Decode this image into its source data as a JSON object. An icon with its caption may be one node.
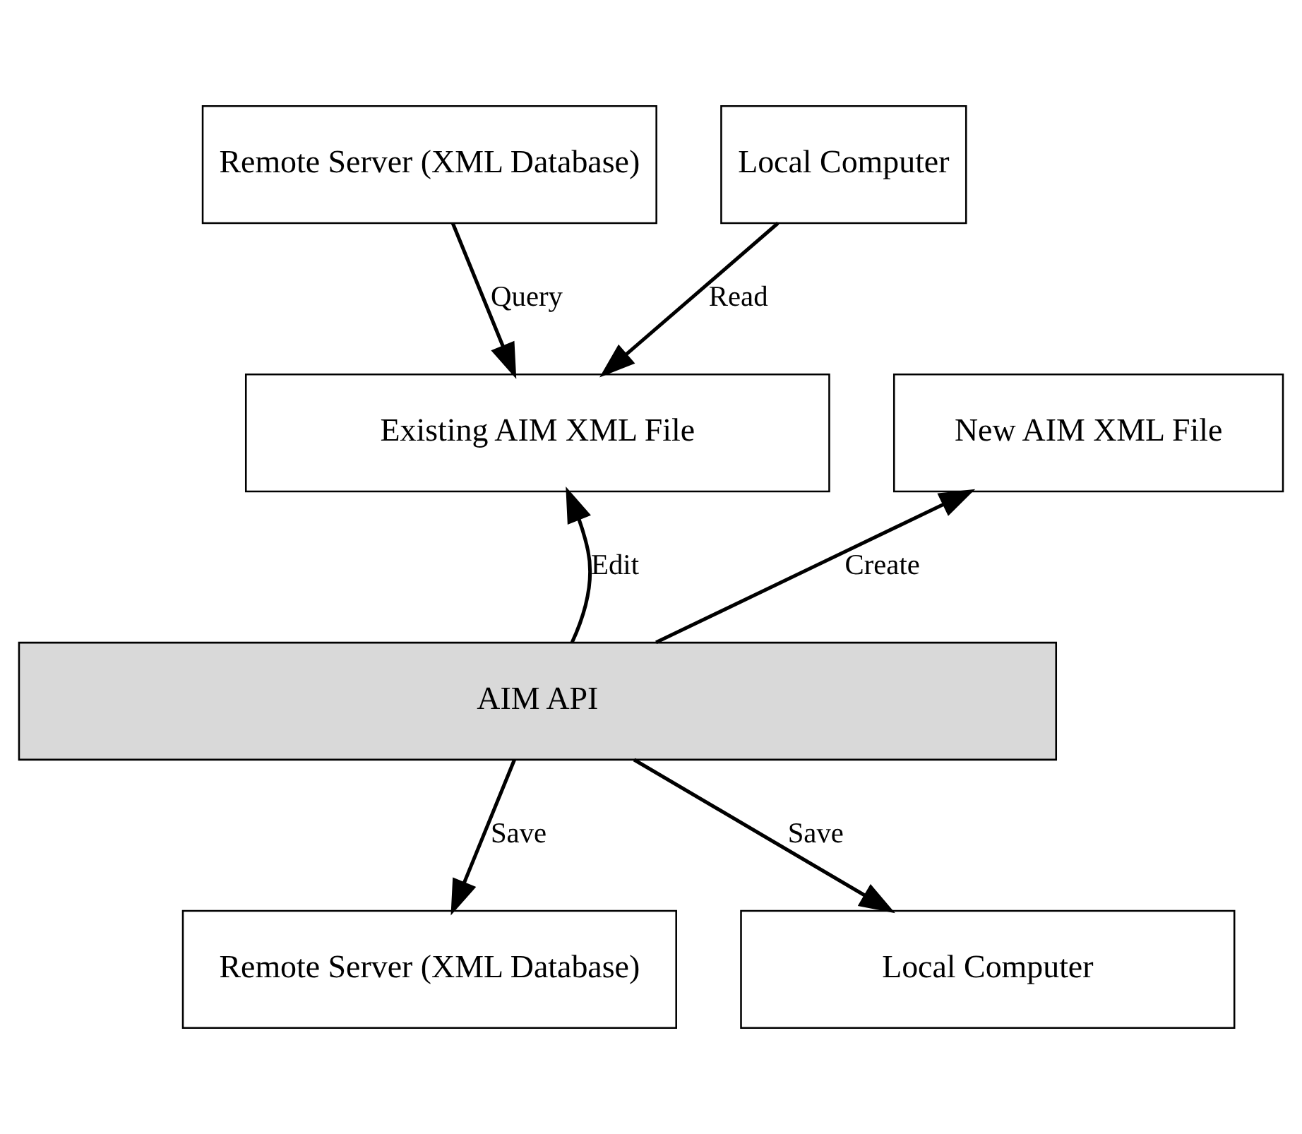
{
  "diagram": {
    "nodes": [
      {
        "text": [
          "Remote Server (XML Database)"
        ]
      },
      {
        "text": [
          "Local Computer"
        ]
      },
      {
        "text": [
          "Existing AIM XML File"
        ]
      },
      {
        "text": [
          "New AIM XML File"
        ]
      },
      {
        "text": [
          "AIM API"
        ]
      },
      {
        "text": [
          "Remote Server (XML Database)"
        ]
      },
      {
        "text": [
          "Local Computer"
        ]
      }
    ],
    "edges": [
      {
        "from": 0,
        "to": 2,
        "arrow": "to",
        "label": "Query"
      },
      {
        "from": 1,
        "to": 2,
        "arrow": "to",
        "label": "Read"
      },
      {
        "from": 4,
        "to": 2,
        "arrow": "to",
        "label": "Edit"
      },
      {
        "from": 4,
        "to": 3,
        "arrow": "to",
        "label": "Create"
      },
      {
        "from": 4,
        "to": 5,
        "arrow": "to",
        "label": "Save"
      },
      {
        "from": 4,
        "to": 6,
        "arrow": "to",
        "label": "Save"
      }
    ]
  }
}
